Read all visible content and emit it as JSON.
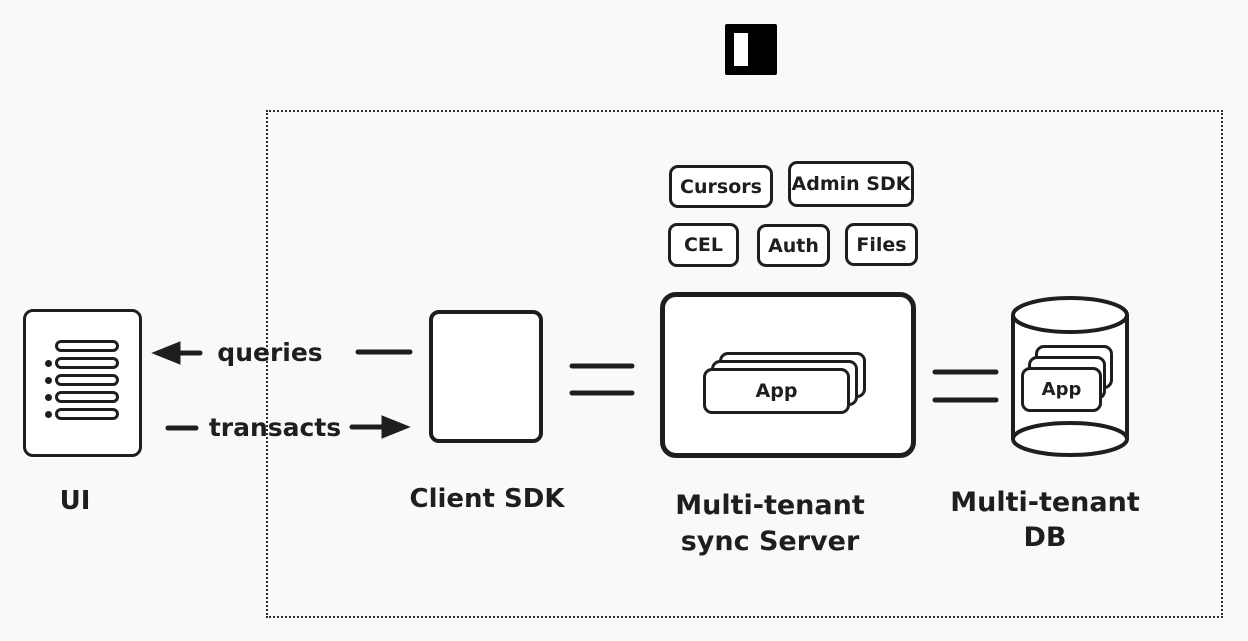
{
  "colors": {
    "background": "#f8f9fb",
    "stroke": "#1e1e1e",
    "fill": "#ffffff"
  },
  "logo": {
    "icon": "white-vertical-bar-on-black-square"
  },
  "icons": {
    "ui": "list-icon",
    "db": "database-cylinder-icon",
    "apps": "stacked-cards-icon"
  },
  "nodes": {
    "ui": {
      "label": "UI"
    },
    "client_sdk": {
      "label": "Client SDK"
    },
    "sync_server": {
      "label_line1": "Multi-tenant",
      "label_line2": "sync Server",
      "app_label": "App"
    },
    "db": {
      "label_line1": "Multi-tenant",
      "label_line2": "DB",
      "app_label": "App"
    }
  },
  "edges": {
    "queries_label": "queries",
    "transacts_label": "transacts",
    "client_to_server": "double-line",
    "server_to_db": "double-line"
  },
  "badges": [
    "Cursors",
    "Admin SDK",
    "CEL",
    "Auth",
    "Files"
  ]
}
